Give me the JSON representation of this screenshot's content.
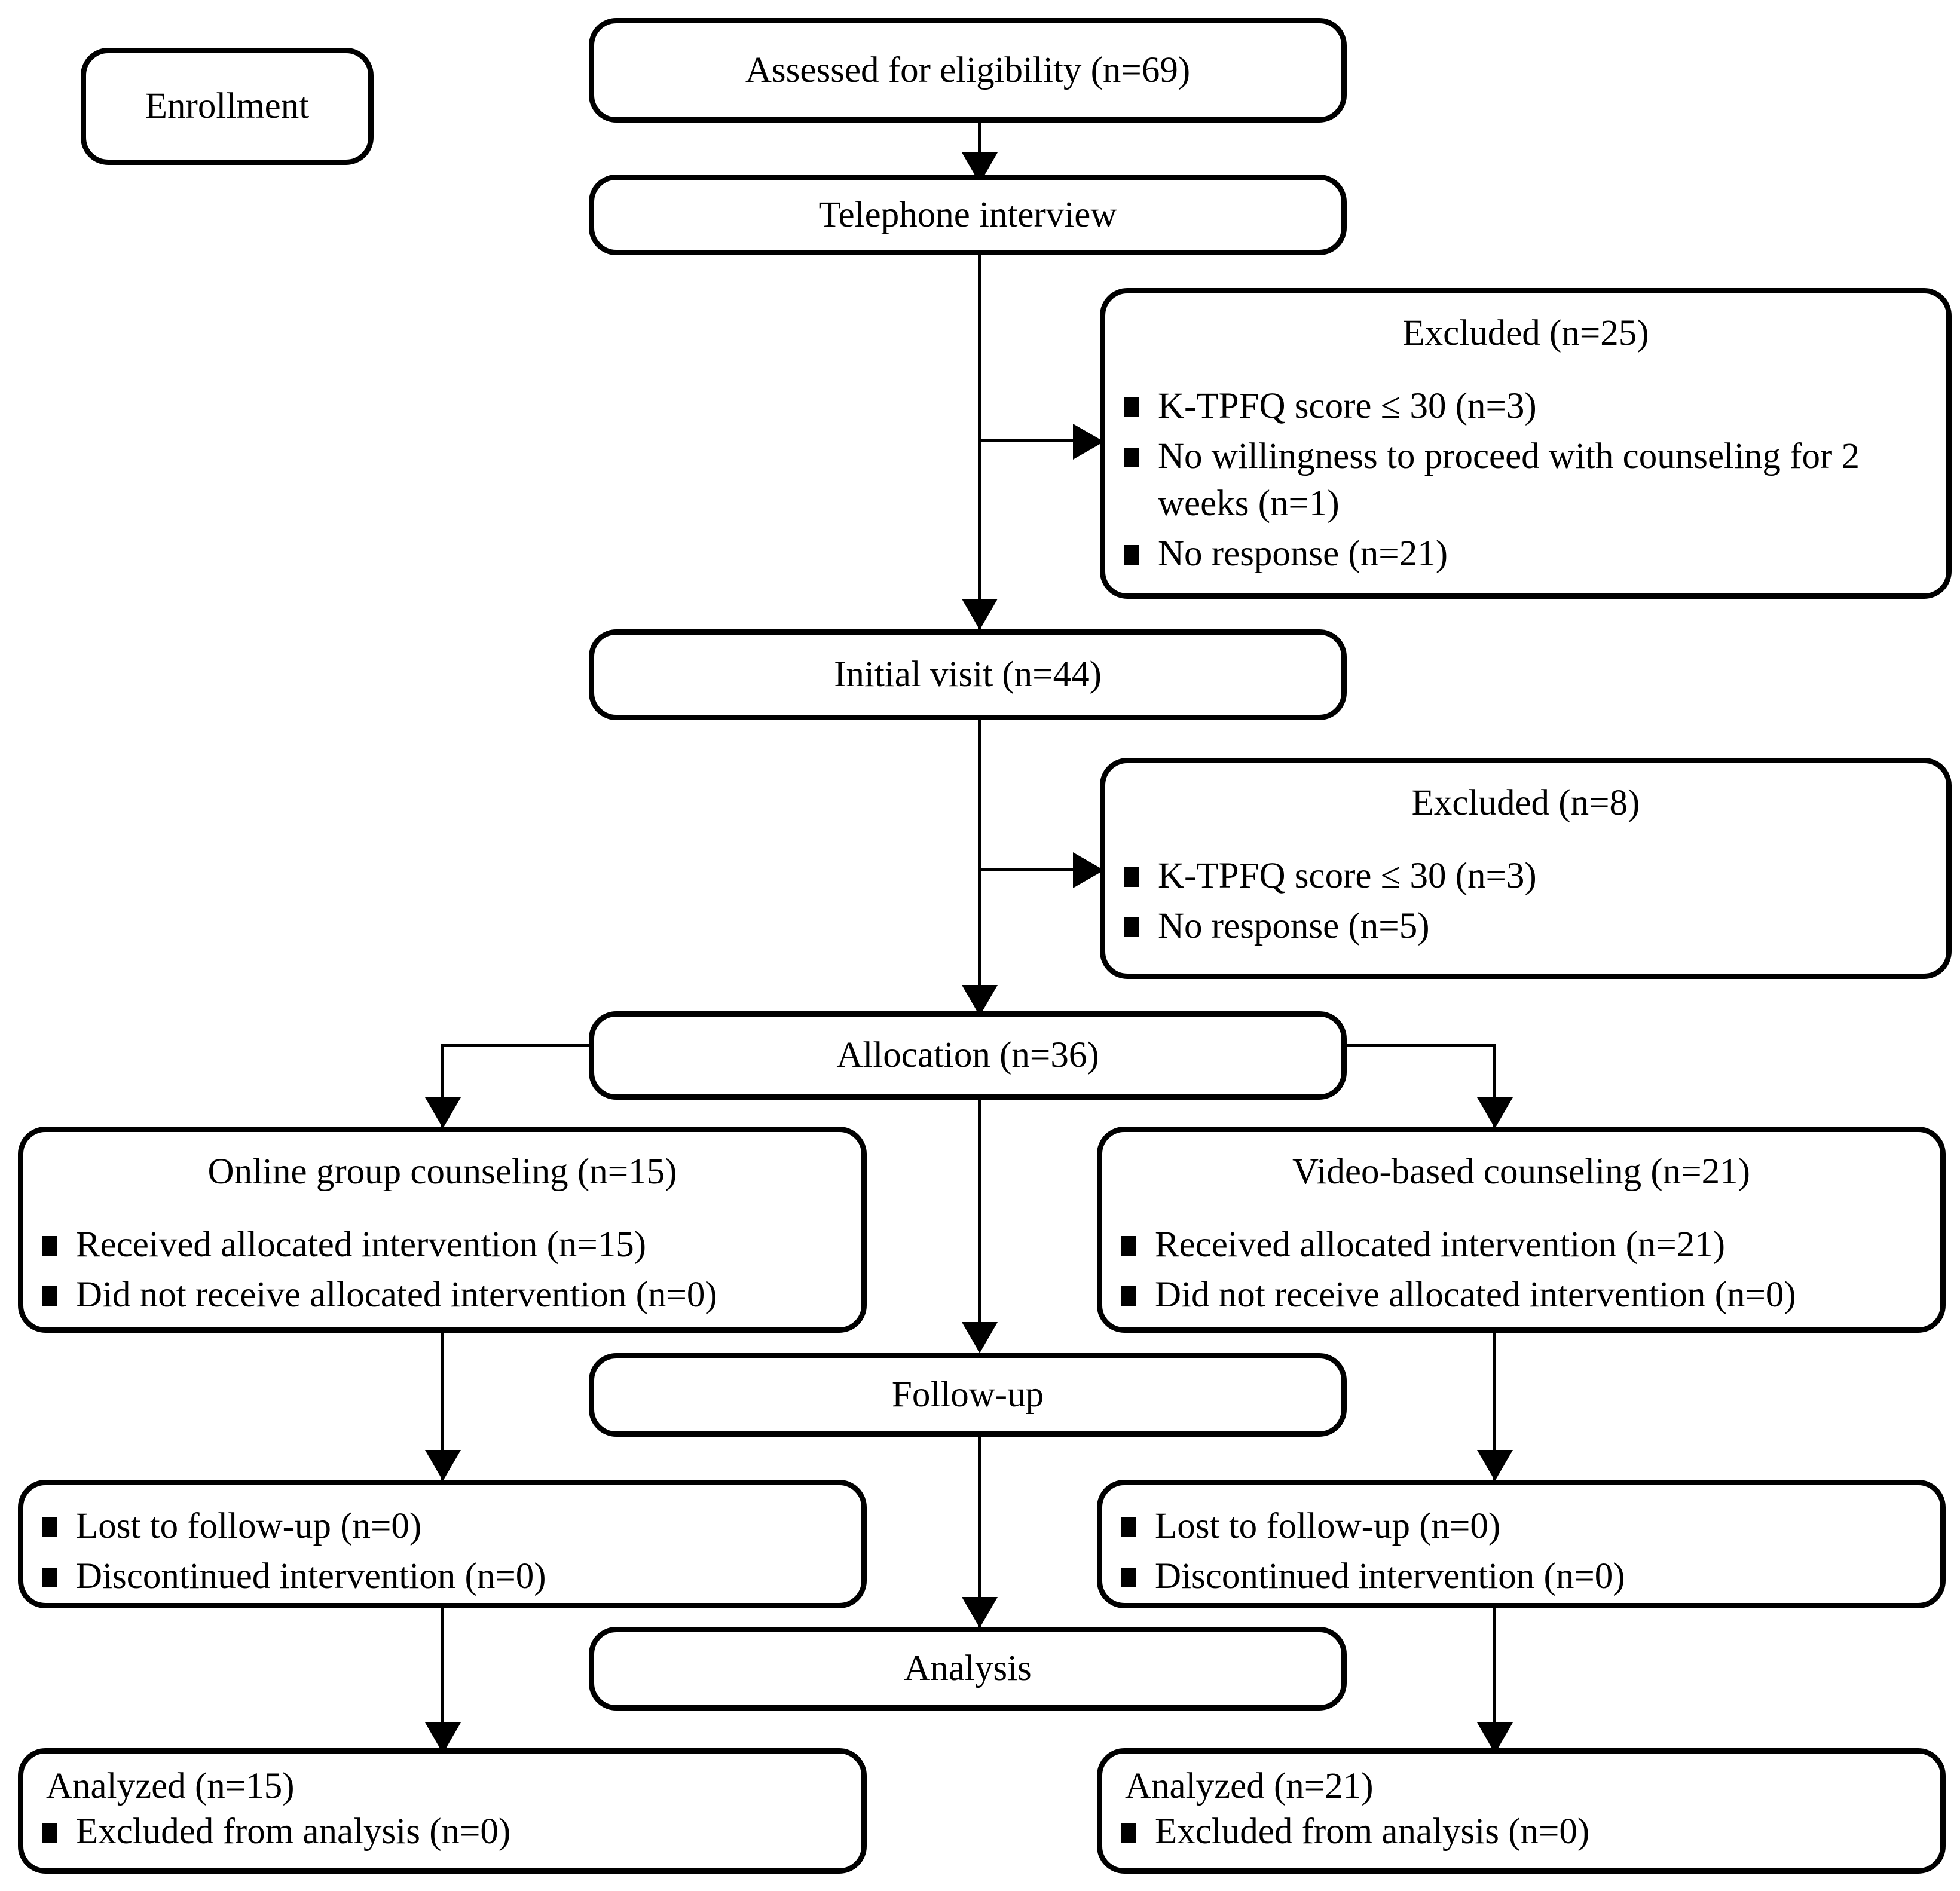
{
  "diagram": {
    "type": "consort-flow-diagram",
    "phases": {
      "enrollment": "Enrollment",
      "allocation": "Allocation (n=36)",
      "follow_up": "Follow-up",
      "analysis": "Analysis"
    },
    "nodes": {
      "assessed": {
        "title": "Assessed for eligibility (n=69)"
      },
      "telephone": {
        "title": "Telephone interview"
      },
      "excluded1": {
        "title": "Excluded (n=25)",
        "bullets": [
          "K-TPFQ score ≤ 30 (n=3)",
          "No willingness to proceed with counseling for 2 weeks (n=1)",
          "No response (n=21)"
        ]
      },
      "initial_visit": {
        "title": "Initial visit (n=44)"
      },
      "excluded2": {
        "title": "Excluded (n=8)",
        "bullets": [
          "K-TPFQ score  ≤ 30 (n=3)",
          "No response (n=5)"
        ]
      },
      "allocation": {
        "title": "Allocation (n=36)"
      },
      "arm_left": {
        "title": "Online group counseling (n=15)",
        "bullets": [
          "Received allocated intervention (n=15)",
          "Did not receive allocated intervention (n=0)"
        ]
      },
      "arm_right": {
        "title": "Video-based counseling (n=21)",
        "bullets": [
          "Received allocated intervention (n=21)",
          "Did not receive allocated intervention (n=0)"
        ]
      },
      "followup_center": {
        "title": "Follow-up"
      },
      "followup_left": {
        "bullets": [
          "Lost to follow-up (n=0)",
          "Discontinued intervention (n=0)"
        ]
      },
      "followup_right": {
        "bullets": [
          "Lost to follow-up (n=0)",
          "Discontinued intervention (n=0)"
        ]
      },
      "analysis_center": {
        "title": "Analysis"
      },
      "analyzed_left": {
        "title": "Analyzed (n=15)",
        "bullets": [
          "Excluded from analysis (n=0)"
        ]
      },
      "analyzed_right": {
        "title": "Analyzed (n=21)",
        "bullets": [
          "Excluded from analysis (n=0)"
        ]
      }
    },
    "colors": {
      "stroke": "#000000",
      "fill": "#ffffff",
      "text": "#000000"
    }
  }
}
